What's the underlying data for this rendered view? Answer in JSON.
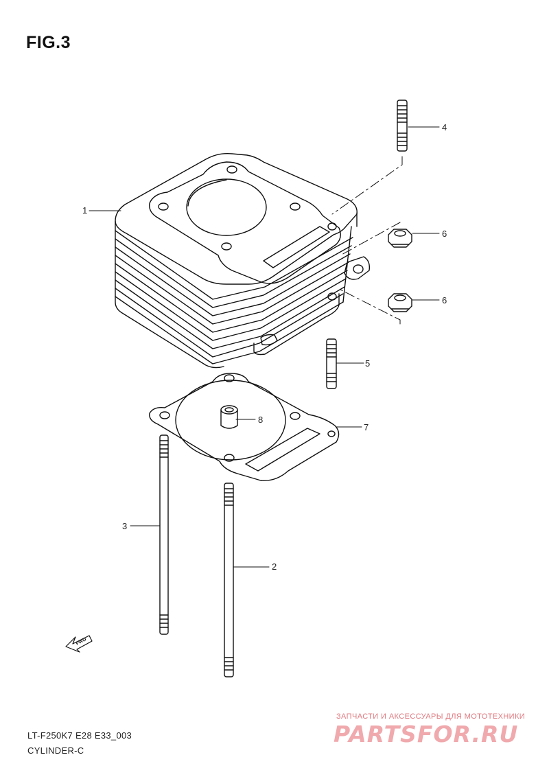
{
  "figure_title": "FIG.3",
  "callouts": [
    "1",
    "2",
    "3",
    "4",
    "5",
    "6",
    "6",
    "7",
    "8"
  ],
  "fwd_label": "FWD",
  "footer": {
    "model_code": "LT-F250K7  E28  E33_003",
    "section_name": "CYLINDER-C"
  },
  "watermark": {
    "tagline": "ЗАПЧАСТИ И АКСЕССУАРЫ ДЛЯ МОТОТЕХНИКИ",
    "brand": "PARTSFOR.RU",
    "color": "#f0a9ad"
  },
  "colors": {
    "line": "#111111",
    "background": "#ffffff"
  }
}
